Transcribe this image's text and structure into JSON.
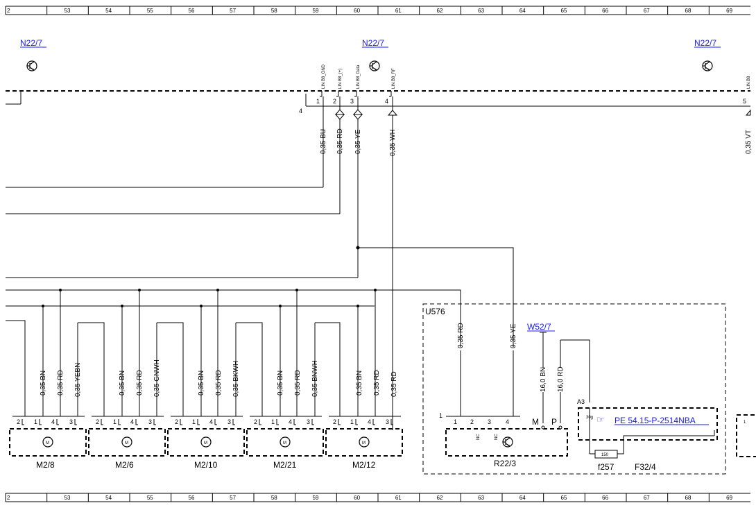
{
  "ruler": {
    "top": [
      "2",
      "53",
      "54",
      "55",
      "56",
      "57",
      "58",
      "59",
      "60",
      "61",
      "62",
      "63",
      "64",
      "65",
      "66",
      "67",
      "68",
      "69"
    ],
    "bottom": [
      "2",
      "53",
      "54",
      "55",
      "56",
      "57",
      "58",
      "59",
      "60",
      "61",
      "62",
      "63",
      "64",
      "65",
      "66",
      "67",
      "68",
      "69"
    ]
  },
  "headers": {
    "n22_left": "N22/7",
    "n22_center": "N22/7",
    "n22_right": "N22/7"
  },
  "signals": {
    "gnd": "LIN B8_GND",
    "plus": "LIN B8_(+)",
    "data": "LIN B8_Data",
    "rf": "LIN B8_RF",
    "right_cut": "LIN B8"
  },
  "bus_pins": {
    "p1": "1",
    "p2": "2",
    "p3": "3",
    "p4": "4",
    "p5": "5",
    "left_4": "4"
  },
  "bus_wires": {
    "w1": "0,35 BU",
    "w2": "0,35 RD",
    "w3": "0,35 YE",
    "w4": "0,35 WH",
    "w5": "0,35 VT"
  },
  "motors": [
    {
      "name": "M2/8",
      "wires": [
        "0,35 BN",
        "0,35 RD",
        "0,35 YEBN"
      ]
    },
    {
      "name": "M2/6",
      "wires": [
        "0,35 BN",
        "0,35 RD",
        "0,35 GNWH"
      ]
    },
    {
      "name": "M2/10",
      "wires": [
        "0,35 BN",
        "0,35 RD",
        "0,35 BKWH"
      ]
    },
    {
      "name": "M2/21",
      "wires": [
        "0,35 BN",
        "0,35 RD",
        "0,35 BNWH"
      ]
    },
    {
      "name": "M2/12",
      "wires": [
        "0,35 BN",
        "0,35 RD",
        "0,35 RD"
      ]
    }
  ],
  "motor_pins": [
    "2",
    "1",
    "4",
    "3"
  ],
  "motor_symbol": "M",
  "u576": {
    "label": "U576",
    "wire_rd": "0,35 RD",
    "wire_ye": "0,35 YE",
    "w52": "W52/7",
    "wire_bn": "16,0 BN",
    "wire_rd16": "16,0 RD",
    "r22_pin1": "1",
    "r22_pins": [
      "1",
      "2",
      "3",
      "4"
    ],
    "nc": "NC",
    "pin_m": "M",
    "pin_p": "P",
    "r22": "R22/3",
    "a3": "A3",
    "pin_30g": "30g",
    "ref": "PE 54.15-P-2514NBA",
    "fuse_value": "150",
    "fuse": "f257",
    "f32": "F32/4",
    "right_pin": "1"
  }
}
